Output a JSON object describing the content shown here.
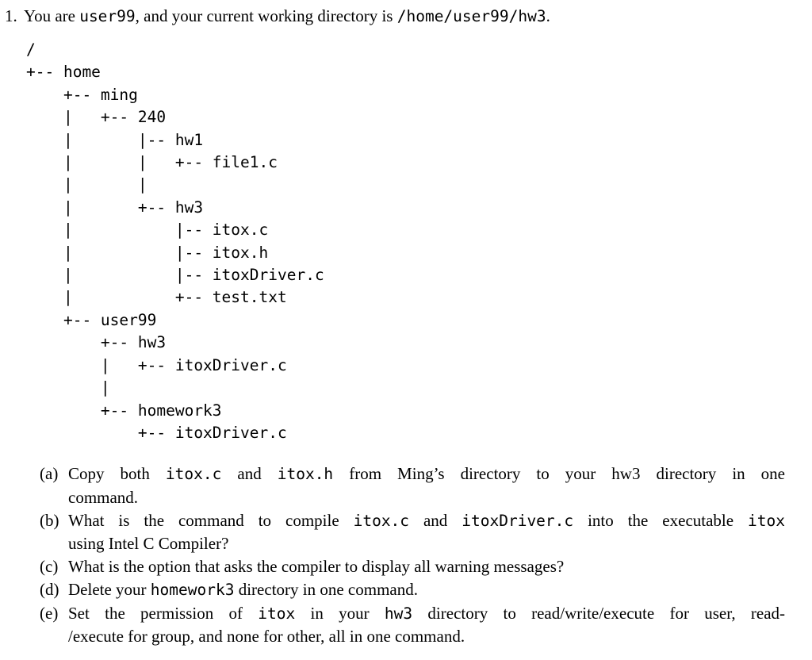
{
  "page": {
    "background": "#ffffff",
    "text_color": "#000000"
  },
  "question": {
    "number": "1.",
    "intro": [
      {
        "t": "You are ",
        "m": false
      },
      {
        "t": "user99",
        "m": true
      },
      {
        "t": ", and your current working directory is ",
        "m": false
      },
      {
        "t": "/home/user99/hw3",
        "m": true
      },
      {
        "t": ".",
        "m": false
      }
    ],
    "tree_lines": [
      "/",
      "+-- home",
      "    +-- ming",
      "    |   +-- 240",
      "    |       |-- hw1",
      "    |       |   +-- file1.c",
      "    |       |",
      "    |       +-- hw3",
      "    |           |-- itox.c",
      "    |           |-- itox.h",
      "    |           |-- itoxDriver.c",
      "    |           +-- test.txt",
      "    +-- user99",
      "        +-- hw3",
      "        |   +-- itoxDriver.c",
      "        |",
      "        +-- homework3",
      "            +-- itoxDriver.c"
    ],
    "subquestions": [
      {
        "id": "a",
        "label": "(a)",
        "lines": [
          {
            "justify": true,
            "segments": [
              {
                "t": "Copy both ",
                "m": false
              },
              {
                "t": "itox.c",
                "m": true
              },
              {
                "t": " and ",
                "m": false
              },
              {
                "t": "itox.h",
                "m": true
              },
              {
                "t": " from Ming’s directory to your hw3 directory in one",
                "m": false
              }
            ]
          },
          {
            "justify": false,
            "segments": [
              {
                "t": "command.",
                "m": false
              }
            ]
          }
        ]
      },
      {
        "id": "b",
        "label": "(b)",
        "lines": [
          {
            "justify": true,
            "segments": [
              {
                "t": "What is the command to compile ",
                "m": false
              },
              {
                "t": "itox.c",
                "m": true
              },
              {
                "t": " and ",
                "m": false
              },
              {
                "t": "itoxDriver.c",
                "m": true
              },
              {
                "t": " into the executable ",
                "m": false
              },
              {
                "t": "itox",
                "m": true
              }
            ]
          },
          {
            "justify": false,
            "segments": [
              {
                "t": "using Intel C Compiler?",
                "m": false
              }
            ]
          }
        ]
      },
      {
        "id": "c",
        "label": "(c)",
        "lines": [
          {
            "justify": false,
            "segments": [
              {
                "t": "What is the option that asks the compiler to display all warning messages?",
                "m": false
              }
            ]
          }
        ]
      },
      {
        "id": "d",
        "label": "(d)",
        "lines": [
          {
            "justify": false,
            "segments": [
              {
                "t": "Delete your ",
                "m": false
              },
              {
                "t": "homework3",
                "m": true
              },
              {
                "t": " directory in one command.",
                "m": false
              }
            ]
          }
        ]
      },
      {
        "id": "e",
        "label": "(e)",
        "lines": [
          {
            "justify": true,
            "segments": [
              {
                "t": "Set the permission of ",
                "m": false
              },
              {
                "t": "itox",
                "m": true
              },
              {
                "t": " in your ",
                "m": false
              },
              {
                "t": "hw3",
                "m": true
              },
              {
                "t": " directory to read/write/execute for user, read-",
                "m": false
              }
            ]
          },
          {
            "justify": false,
            "segments": [
              {
                "t": "/execute for group, and none for other, all in one command.",
                "m": false
              }
            ]
          }
        ]
      }
    ]
  }
}
